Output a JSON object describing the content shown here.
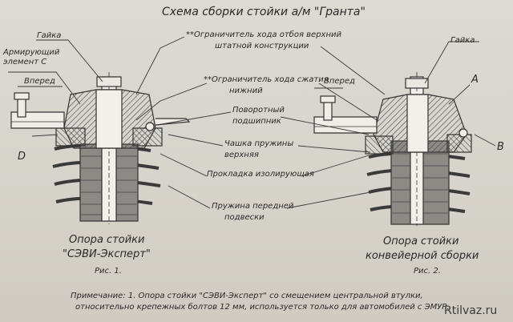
{
  "title": "Схема сборки стойки а/м \"Гранта\"",
  "left": {
    "gaika": "Гайка",
    "armir1": "Армирующий",
    "armir2": "элемент С",
    "vpered": "Вперед",
    "letter_d": "D",
    "caption1": "Опора стойки",
    "caption2": "\"СЭВИ-Эксперт\"",
    "fig": "Рис. 1."
  },
  "center": {
    "ogr_otboi1": "**Ограничитель хода отбоя верхний",
    "ogr_otboi2": "штатной конструкции",
    "ogr_szh1": "**Ограничитель хода сжатия",
    "ogr_szh2": "нижний",
    "vpered": "Вперед",
    "povorot1": "Поворотный",
    "povorot2": "подшипник",
    "chashka1": "Чашка пружины",
    "chashka2": "верхняя",
    "prokladka": "Прокладка изолирующая",
    "pruzhina1": "Пружина передней",
    "pruzhina2": "подвески"
  },
  "right": {
    "gaika": "Гайка",
    "letter_a": "А",
    "letter_b": "В",
    "caption1": "Опора стойки",
    "caption2": "конвейерной сборки",
    "fig": "Рис. 2."
  },
  "note1": "Примечание: 1. Опора стойки \"СЭВИ-Эксперт\" со смещением центральной втулки,",
  "note2": "относительно крепежных болтов 12 мм, используется только для автомобилей с ЭМУР.",
  "watermark": "Rtilvaz.ru"
}
